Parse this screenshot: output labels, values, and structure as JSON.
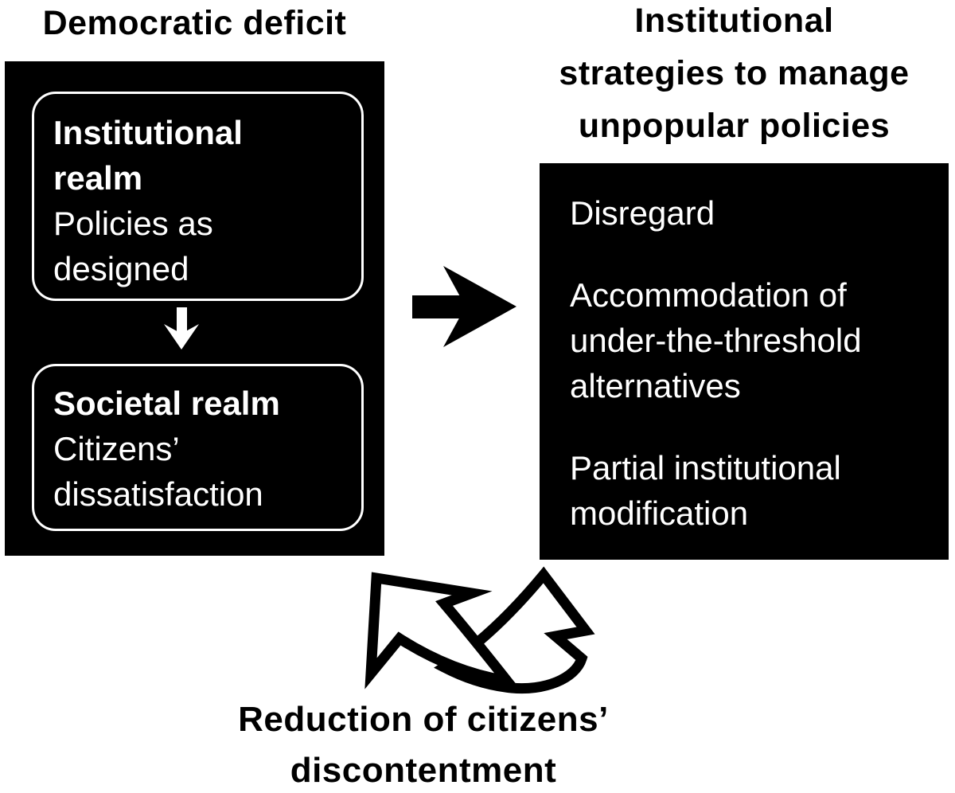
{
  "diagram": {
    "colors": {
      "background": "#ffffff",
      "panel_bg": "#000000",
      "panel_text": "#ffffff",
      "title_text": "#000000"
    },
    "left": {
      "title": "Democratic deficit",
      "boxes": [
        {
          "heading_lines": [
            "Institutional",
            "realm"
          ],
          "body_lines": [
            "Policies as",
            "designed"
          ]
        },
        {
          "heading_lines": [
            "Societal realm"
          ],
          "body_lines": [
            "Citizens’",
            "dissatisfaction"
          ]
        }
      ]
    },
    "right": {
      "title_lines": [
        "Institutional",
        "strategies to manage",
        "unpopular policies"
      ],
      "items": [
        {
          "lines": [
            "Disregard"
          ]
        },
        {
          "lines": [
            "Accommodation of",
            "under-the-threshold",
            "alternatives"
          ]
        },
        {
          "lines": [
            "Partial institutional",
            "modification"
          ]
        }
      ]
    },
    "caption_lines": [
      "Reduction of citizens’",
      "discontentment"
    ],
    "icons": {
      "between_inner_boxes": "down-arrow-icon",
      "between_panels": "right-arrow-icon",
      "toward_caption": "double-curved-arrow-icon"
    }
  }
}
